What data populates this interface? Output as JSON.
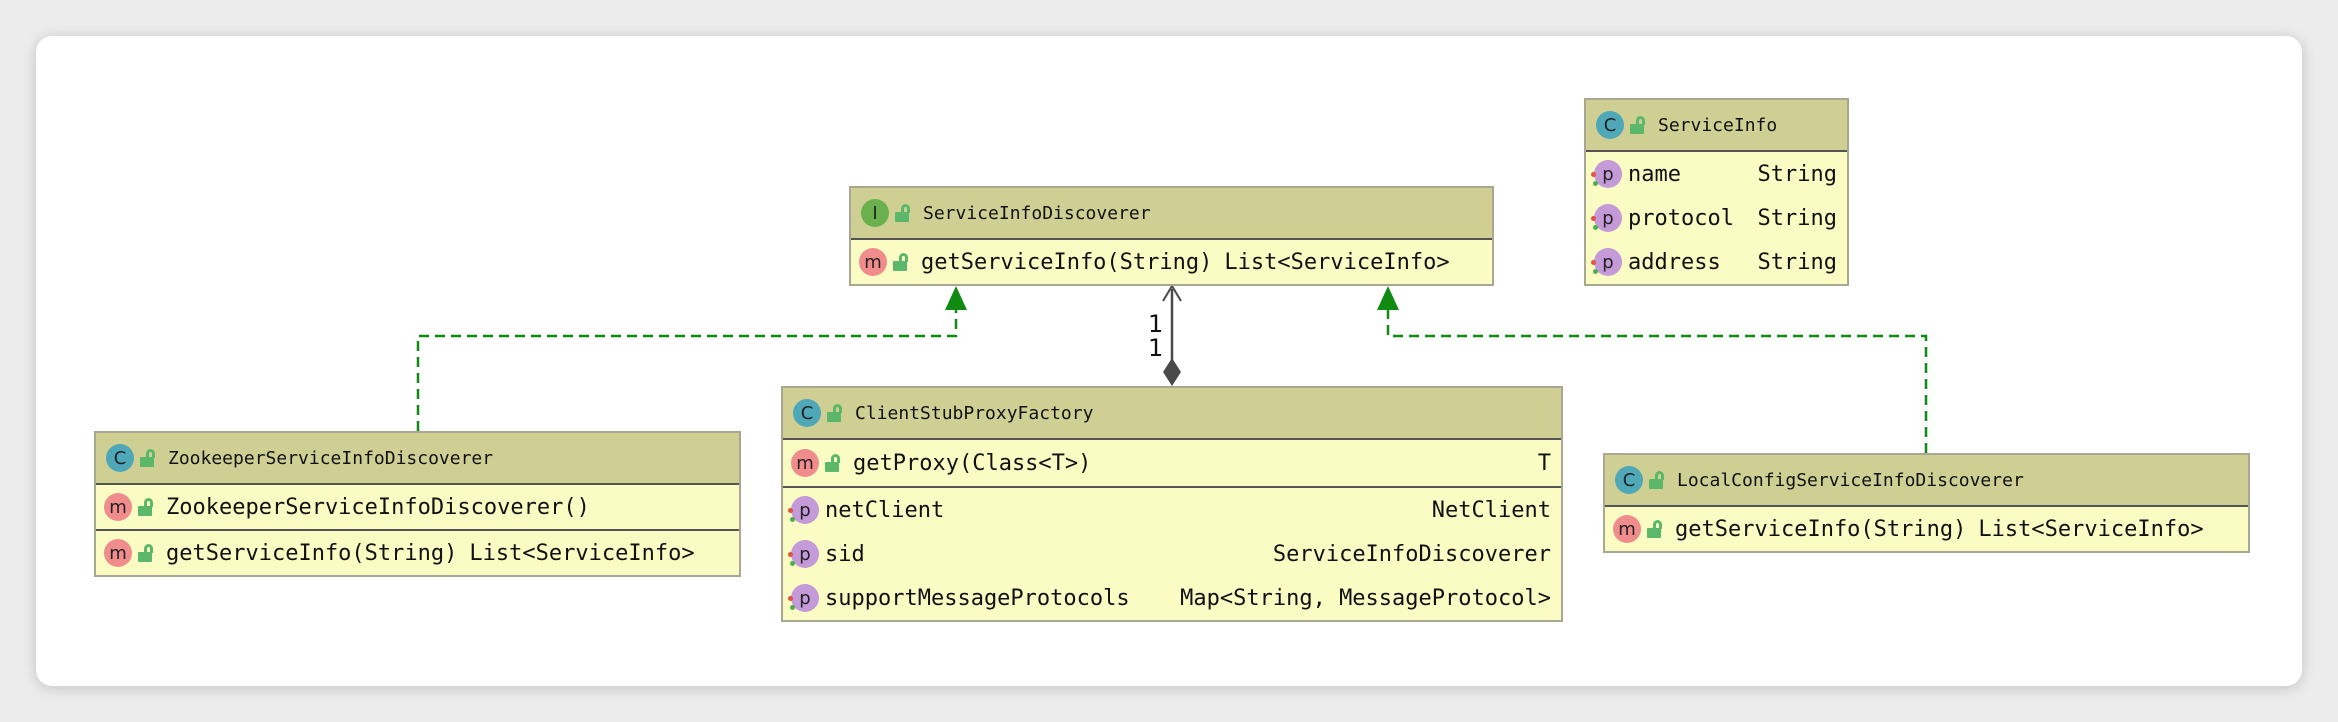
{
  "classes": {
    "service_info": {
      "kind": "C",
      "name": "ServiceInfo",
      "fields": [
        {
          "name": "name",
          "type": "String"
        },
        {
          "name": "protocol",
          "type": "String"
        },
        {
          "name": "address",
          "type": "String"
        }
      ]
    },
    "service_info_discoverer": {
      "kind": "I",
      "name": "ServiceInfoDiscoverer",
      "methods": [
        {
          "badge": "m",
          "name": "getServiceInfo(String)",
          "type": "List<ServiceInfo>"
        }
      ]
    },
    "client_stub_proxy_factory": {
      "kind": "C",
      "name": "ClientStubProxyFactory",
      "methods": [
        {
          "badge": "m",
          "name": "getProxy(Class<T>)",
          "type": "T"
        }
      ],
      "fields": [
        {
          "name": "netClient",
          "type": "NetClient"
        },
        {
          "name": "sid",
          "type": "ServiceInfoDiscoverer"
        },
        {
          "name": "supportMessageProtocols",
          "type": "Map<String, MessageProtocol>"
        }
      ]
    },
    "zookeeper_discoverer": {
      "kind": "C",
      "name": "ZookeeperServiceInfoDiscoverer",
      "constructors": [
        {
          "badge": "m",
          "name": "ZookeeperServiceInfoDiscoverer()"
        }
      ],
      "methods": [
        {
          "badge": "m",
          "name": "getServiceInfo(String)",
          "type": "List<ServiceInfo>"
        }
      ]
    },
    "local_config_discoverer": {
      "kind": "C",
      "name": "LocalConfigServiceInfoDiscoverer",
      "methods": [
        {
          "badge": "m",
          "name": "getServiceInfo(String)",
          "type": "List<ServiceInfo>"
        }
      ]
    }
  },
  "association": {
    "source_multiplicity": "1",
    "target_multiplicity": "1"
  },
  "colors": {
    "header": "#cfcf94",
    "body": "#fbfbc4",
    "realization": "#118a11",
    "composition": "#4a4a4a"
  }
}
